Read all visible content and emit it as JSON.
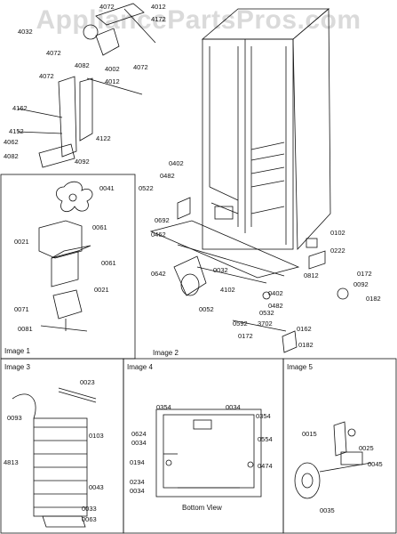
{
  "watermark": "AppliancePartsPros.com",
  "panels": {
    "image1": "Image 1",
    "image2": "Image 2",
    "image3": "Image 3",
    "image4": "Image 4",
    "image5": "Image 5",
    "bottom_view": "Bottom View"
  },
  "labels": {
    "l4072a": "4072",
    "l4012a": "4012",
    "l4032a": "4032",
    "l4172": "4172",
    "l4072b": "4072",
    "l4082a": "4082",
    "l4002": "4002",
    "l4072c": "4072",
    "l4072d": "4072",
    "l4012b": "4012",
    "l4162": "4162",
    "l4152": "4152",
    "l4062": "4062",
    "l4122": "4122",
    "l4082b": "4082",
    "l4092": "4092",
    "l0041": "0041",
    "l0061a": "0061",
    "l0021a": "0021",
    "l0061b": "0061",
    "l0021b": "0021",
    "l0071": "0071",
    "l0081": "0081",
    "l0402a": "0402",
    "l0482a": "0482",
    "l0522": "0522",
    "l0692": "0692",
    "l0462": "0462",
    "l0102": "0102",
    "l0222": "0222",
    "l0812": "0812",
    "l0172a": "0172",
    "l0092": "0092",
    "l0182a": "0182",
    "l0642": "0642",
    "l0032": "0032",
    "l4102": "4102",
    "l0402b": "0402",
    "l0482b": "0482",
    "l0052": "0052",
    "l0532": "0532",
    "l0592": "0592",
    "l3702": "3702",
    "l0162": "0162",
    "l0172b": "0172",
    "l0182b": "0182",
    "l0023": "0023",
    "l0093": "0093",
    "l4813": "4813",
    "l0103": "0103",
    "l0043": "0043",
    "l0033": "0033",
    "l0063": "0063",
    "l0354a": "0354",
    "l0034a": "0034",
    "l0354b": "0354",
    "l0624": "0624",
    "l0034b": "0034",
    "l0554": "0554",
    "l0194": "0194",
    "l0234": "0234",
    "l0034c": "0034",
    "l0474": "0474",
    "l0015": "0015",
    "l0025": "0025",
    "l0045": "0045",
    "l0035": "0035"
  }
}
